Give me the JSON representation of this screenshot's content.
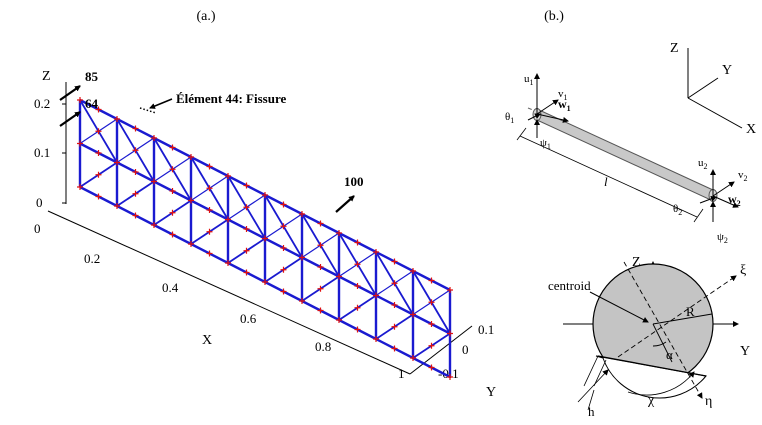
{
  "panel_a": {
    "label": "(a.)",
    "axis_z": {
      "name": "Z",
      "ticks": [
        "0.2",
        "0.1",
        "0"
      ]
    },
    "axis_x": {
      "name": "X",
      "ticks": [
        "0",
        "0.2",
        "0.4",
        "0.6",
        "0.8",
        "1"
      ]
    },
    "axis_y": {
      "name": "Y",
      "ticks": [
        "0.1",
        "0",
        "-0.1"
      ]
    },
    "node_labels": [
      "85",
      "64",
      "100"
    ],
    "annotation": "Élément 44: Fissure",
    "colors": {
      "mesh": "#1a1ad0",
      "nodes": "#e01010",
      "axes": "#000000"
    }
  },
  "panel_b": {
    "label": "(b.)",
    "global_axes": [
      "Z",
      "Y",
      "X"
    ],
    "beam": {
      "node1": {
        "u": "u",
        "u_sub": "1",
        "v": "v",
        "v_sub": "1",
        "w": "w",
        "w_sub": "1",
        "theta": "θ",
        "theta_sub": "1",
        "psi": "ψ",
        "psi_sub": "1"
      },
      "node2": {
        "u": "u",
        "u_sub": "2",
        "v": "v",
        "v_sub": "2",
        "w": "w",
        "w_sub": "2",
        "theta": "θ",
        "theta_sub": "2",
        "psi": "ψ",
        "psi_sub": "2"
      },
      "length": "l",
      "colors": {
        "beam_fill": "#c8c8c8",
        "beam_stroke": "#555555"
      }
    },
    "section": {
      "centroid": "centroid",
      "Z": "Z",
      "Y": "Y",
      "xi": "ξ",
      "eta": "η",
      "R": "R",
      "alpha": "α",
      "chi": "χ",
      "h": "h",
      "colors": {
        "fill": "#c4c4c4"
      }
    }
  }
}
